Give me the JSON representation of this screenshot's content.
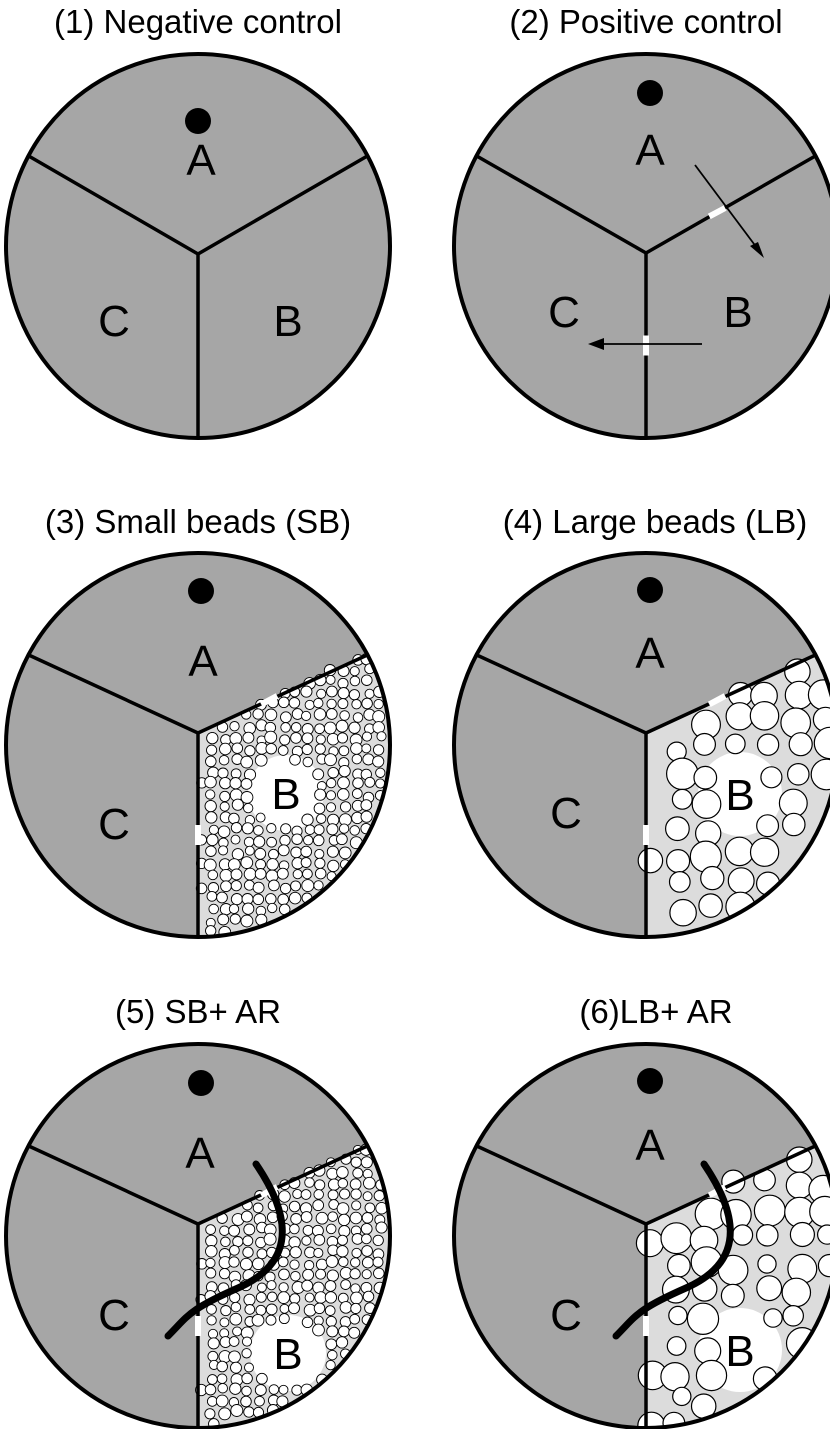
{
  "colors": {
    "dish_fill": "#a6a6a6",
    "bead_fill": "#ffffff",
    "bead_region_fill": "#dcdcdc",
    "line": "#000000",
    "opening": "#ffffff"
  },
  "panels": [
    {
      "title": "(1) Negative control",
      "labels": {
        "a": "A",
        "b": "B",
        "c": "C"
      },
      "variant": "negative",
      "beads": "none",
      "arrows": false,
      "root": false
    },
    {
      "title": "(2) Positive control",
      "labels": {
        "a": "A",
        "b": "B",
        "c": "C"
      },
      "variant": "positive",
      "beads": "none",
      "arrows": true,
      "root": false
    },
    {
      "title": "(3) Small beads (SB)",
      "labels": {
        "a": "A",
        "b": "B",
        "c": "C"
      },
      "variant": "beads",
      "beads": "small",
      "arrows": false,
      "root": false
    },
    {
      "title": "(4) Large beads (LB)",
      "labels": {
        "a": "A",
        "b": "B",
        "c": "C"
      },
      "variant": "beads",
      "beads": "large",
      "arrows": false,
      "root": false
    },
    {
      "title": "(5) SB+ AR",
      "labels": {
        "a": "A",
        "b": "B",
        "c": "C"
      },
      "variant": "beads",
      "beads": "small",
      "arrows": false,
      "root": true
    },
    {
      "title": "(6)LB+ AR",
      "labels": {
        "a": "A",
        "b": "B",
        "c": "C"
      },
      "variant": "beads",
      "beads": "large",
      "arrows": false,
      "root": true
    }
  ]
}
